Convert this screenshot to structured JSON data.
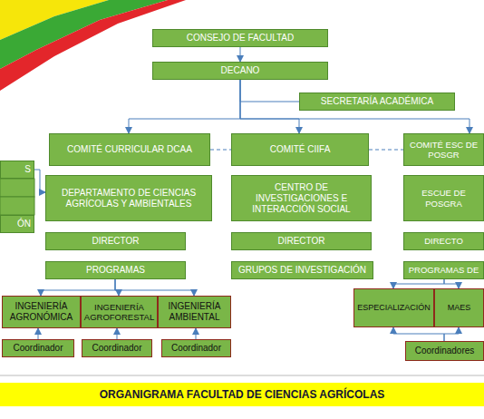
{
  "diagram": {
    "title": "ORGANIGRAMA FACULTAD DE CIENCIAS AGRÍCOLAS",
    "nodes": [
      {
        "text": [
          "CONSEJO DE FACULTAD"
        ]
      },
      {
        "text": [
          "DECANO"
        ]
      },
      {
        "text": [
          "SECRETARÍA ACADÉMICA"
        ]
      },
      {
        "text": [
          "COMITÉ CURRICULAR DCAA"
        ]
      },
      {
        "text": [
          "COMITÉ CIIFA"
        ]
      },
      {
        "text": [
          "COMITÉ ESC DE POSGR"
        ]
      },
      {
        "text": [
          "S"
        ]
      },
      {
        "text": [
          "ÓN"
        ]
      },
      {
        "text": [
          "DEPARTAMENTO DE CIENCIAS AGRÍCOLAS Y AMBIENTALES"
        ]
      },
      {
        "text": [
          "CENTRO DE INVESTIGACIONES E INTERACCIÓN SOCIAL"
        ]
      },
      {
        "text": [
          "ESCUE DE POSGRA"
        ]
      },
      {
        "text": [
          "DIRECTOR"
        ]
      },
      {
        "text": [
          "DIRECTOR"
        ]
      },
      {
        "text": [
          "DIRECTO"
        ]
      },
      {
        "text": [
          "PROGRAMAS"
        ]
      },
      {
        "text": [
          "GRUPOS DE INVESTIGACIÓN"
        ]
      },
      {
        "text": [
          "PROGRAMAS DE"
        ]
      },
      {
        "text": [
          "INGENIERÍA AGRONÓMICA"
        ]
      },
      {
        "text": [
          "INGENIERÍA AGROFORESTAL"
        ]
      },
      {
        "text": [
          "INGENIERÍA AMBIENTAL"
        ]
      },
      {
        "text": [
          "ESPECIALIZACIÓN"
        ]
      },
      {
        "text": [
          "MAES"
        ]
      },
      {
        "text": [
          "Coordinador"
        ]
      },
      {
        "text": [
          "Coordinador"
        ]
      },
      {
        "text": [
          "Coordinador"
        ]
      },
      {
        "text": [
          "Coordinadores"
        ]
      }
    ],
    "edges": [
      {
        "from": 0,
        "to": 1,
        "arrow": "to"
      },
      {
        "from": 1,
        "to": 2,
        "arrow": "none"
      },
      {
        "from": 1,
        "to": 3,
        "arrow": "to"
      },
      {
        "from": 1,
        "to": 4,
        "arrow": "to"
      },
      {
        "from": 1,
        "to": 5,
        "arrow": "to"
      },
      {
        "from": 3,
        "to": 4,
        "arrow": "none"
      },
      {
        "from": 4,
        "to": 5,
        "arrow": "none"
      },
      {
        "from": 6,
        "to": 8,
        "arrow": "to"
      },
      {
        "from": 14,
        "to": 17,
        "arrow": "to"
      },
      {
        "from": 14,
        "to": 18,
        "arrow": "to"
      },
      {
        "from": 14,
        "to": 19,
        "arrow": "to"
      },
      {
        "from": 16,
        "to": 20,
        "arrow": "to"
      },
      {
        "from": 16,
        "to": 21,
        "arrow": "to"
      },
      {
        "from": 22,
        "to": 17,
        "arrow": "to"
      },
      {
        "from": 23,
        "to": 18,
        "arrow": "to"
      },
      {
        "from": 24,
        "to": 19,
        "arrow": "to"
      },
      {
        "from": 25,
        "to": 20,
        "arrow": "to"
      },
      {
        "from": 25,
        "to": 21,
        "arrow": "to"
      }
    ]
  }
}
